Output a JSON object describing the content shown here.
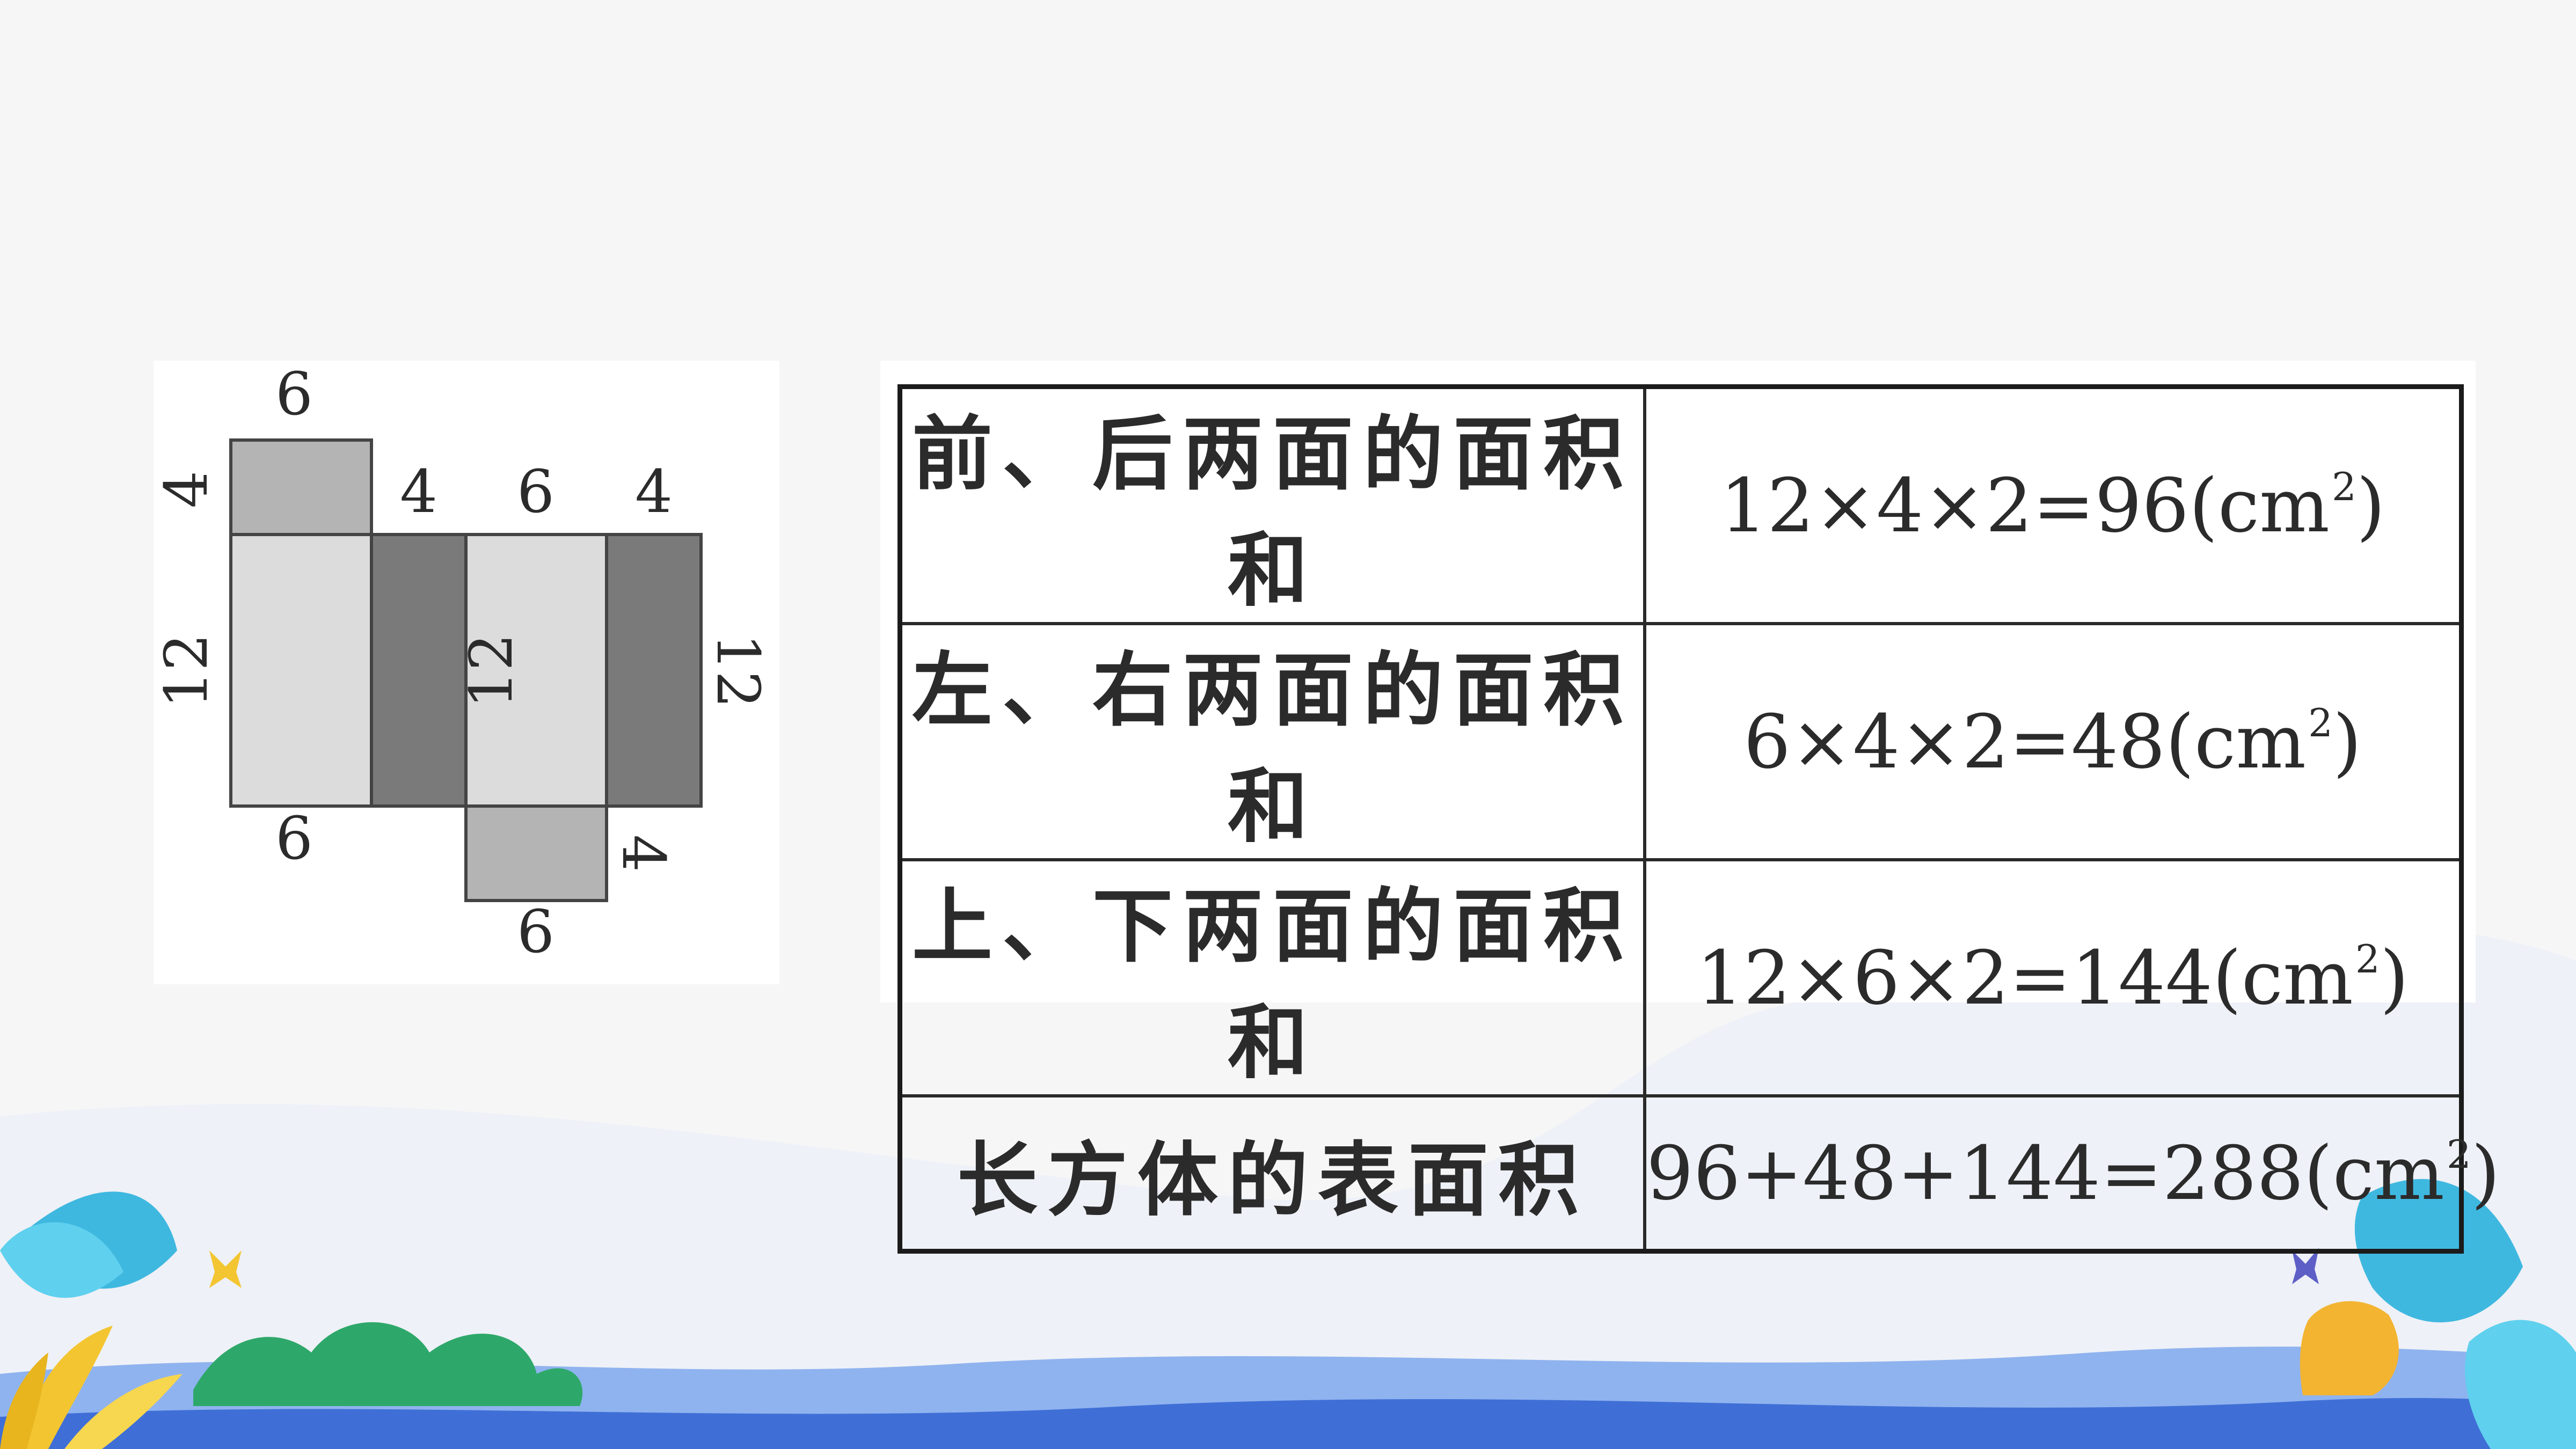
{
  "net": {
    "labels": {
      "top_flap_width": "6",
      "top_flap_height": "4",
      "strip_width_1": "4",
      "strip_width_2": "6",
      "strip_width_3": "4",
      "left_height": "12",
      "middle_height": "12",
      "right_height": "12",
      "left_bottom_width": "6",
      "bottom_flap_height": "4",
      "bottom_flap_width": "6"
    }
  },
  "table": {
    "rows": [
      {
        "label": "前、后两面的面积和",
        "formula": "12×4×2=96(cm",
        "sup": "2",
        "close": ")"
      },
      {
        "label": "左、右两面的面积和",
        "formula": "6×4×2=48(cm",
        "sup": "2",
        "close": ")"
      },
      {
        "label": "上、下两面的面积和",
        "formula": "12×6×2=144(cm",
        "sup": "2",
        "close": ")"
      },
      {
        "label": "长方体的表面积",
        "formula": "96+48+144=288(cm",
        "sup": "2",
        "close": ")"
      }
    ]
  },
  "colors": {
    "dark_face": "#7a7a7a",
    "mid_face": "#b4b4b4",
    "light_face": "#dcdcdc",
    "background": "#f6f6f7",
    "wave_blue": "#3f6fd6",
    "leaf_teal": "#3fb8e0",
    "leaf_green": "#2ea86a",
    "leaf_yellow": "#f3c531"
  }
}
